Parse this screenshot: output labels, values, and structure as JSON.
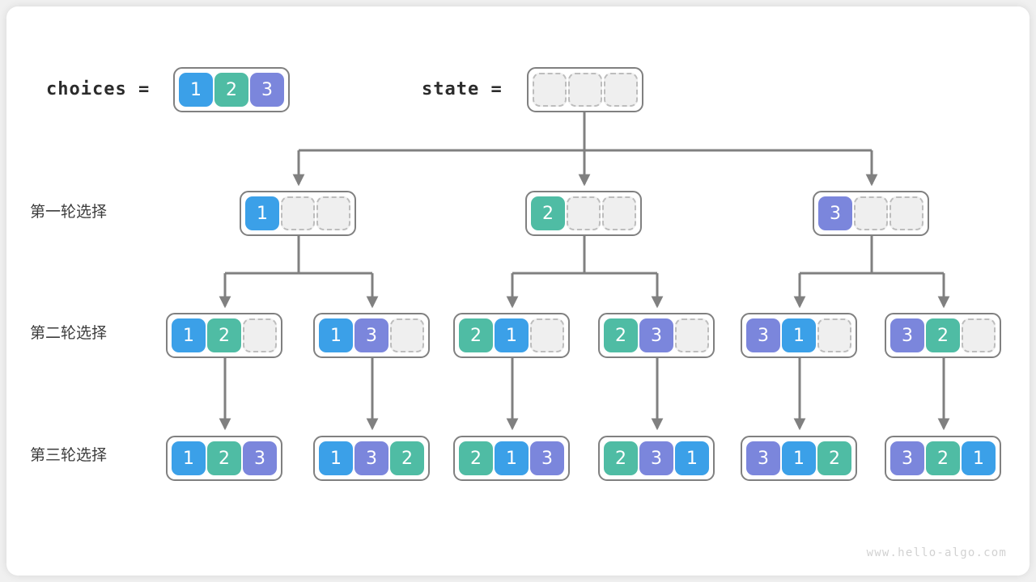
{
  "meta": {
    "watermark": "www.hello-algo.com",
    "colors": {
      "value_1": "#3ba0e8",
      "value_2": "#4fbca4",
      "value_3": "#7b86dc",
      "empty_cell": "#efefef",
      "border": "#808080",
      "connector": "#808080",
      "canvas": "#ffffff"
    }
  },
  "header": {
    "choices_label": "choices =",
    "choices_values": [
      "1",
      "2",
      "3"
    ],
    "state_label": "state =",
    "state_values": [
      "",
      "",
      ""
    ]
  },
  "rows": [
    {
      "label": "第一轮选择"
    },
    {
      "label": "第二轮选择"
    },
    {
      "label": "第三轮选择"
    }
  ],
  "tree": {
    "root": {
      "values": [
        "",
        "",
        ""
      ]
    },
    "level1": [
      {
        "values": [
          "1",
          "",
          ""
        ]
      },
      {
        "values": [
          "2",
          "",
          ""
        ]
      },
      {
        "values": [
          "3",
          "",
          ""
        ]
      }
    ],
    "level2": [
      {
        "values": [
          "1",
          "2",
          ""
        ]
      },
      {
        "values": [
          "1",
          "3",
          ""
        ]
      },
      {
        "values": [
          "2",
          "1",
          ""
        ]
      },
      {
        "values": [
          "2",
          "3",
          ""
        ]
      },
      {
        "values": [
          "3",
          "1",
          ""
        ]
      },
      {
        "values": [
          "3",
          "2",
          ""
        ]
      }
    ],
    "level3": [
      {
        "values": [
          "1",
          "2",
          "3"
        ]
      },
      {
        "values": [
          "1",
          "3",
          "2"
        ]
      },
      {
        "values": [
          "2",
          "1",
          "3"
        ]
      },
      {
        "values": [
          "2",
          "3",
          "1"
        ]
      },
      {
        "values": [
          "3",
          "1",
          "2"
        ]
      },
      {
        "values": [
          "3",
          "2",
          "1"
        ]
      }
    ]
  }
}
